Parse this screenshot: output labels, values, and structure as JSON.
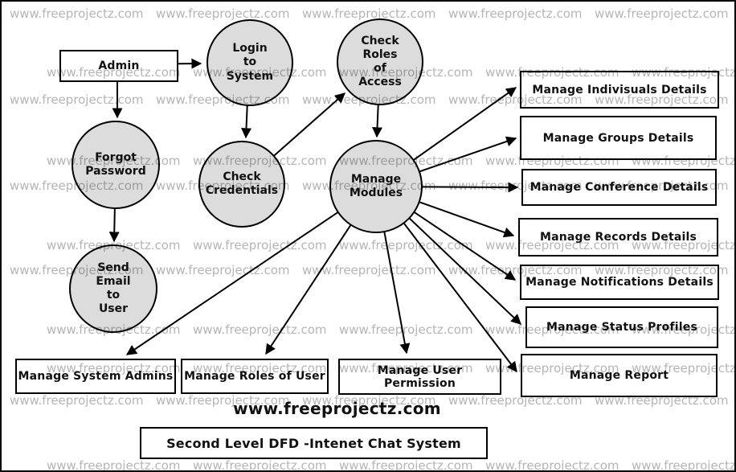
{
  "watermark": {
    "text": "www.freeprojectz.com"
  },
  "footer": {
    "website": "www.freeprojectz.com",
    "title": "Second Level DFD -Intenet Chat System"
  },
  "colors": {
    "process_fill": "#dcdcdc",
    "line": "#000000",
    "watermark": "#b5b5b5"
  },
  "nodes": {
    "admin": {
      "label": "Admin",
      "type": "external-entity"
    },
    "login": {
      "label": "Login\nto\nSystem",
      "type": "process"
    },
    "check_roles": {
      "label": "Check\nRoles\nof\nAccess",
      "type": "process"
    },
    "forgot_password": {
      "label": "Forgot\nPassword",
      "type": "process"
    },
    "check_credentials": {
      "label": "Check\nCredentials",
      "type": "process"
    },
    "manage_modules": {
      "label": "Manage\nModules",
      "type": "process"
    },
    "send_email": {
      "label": "Send\nEmail\nto\nUser",
      "type": "process"
    },
    "manage_indivisuals": {
      "label": "Manage Indivisuals Details",
      "type": "entity"
    },
    "manage_groups": {
      "label": "Manage Groups Details",
      "type": "entity"
    },
    "manage_conference": {
      "label": "Manage Conference Details",
      "type": "entity"
    },
    "manage_records": {
      "label": "Manage Records Details",
      "type": "entity"
    },
    "manage_notifications": {
      "label": "Manage Notifications Details",
      "type": "entity"
    },
    "manage_status": {
      "label": "Manage Status Profiles",
      "type": "entity"
    },
    "manage_report": {
      "label": "Manage Report",
      "type": "entity"
    },
    "manage_system_admins": {
      "label": "Manage System Admins",
      "type": "entity"
    },
    "manage_roles": {
      "label": "Manage Roles of User",
      "type": "entity"
    },
    "manage_user_permission": {
      "label": "Manage User Permission",
      "type": "entity"
    }
  },
  "edges": [
    {
      "from": "admin",
      "to": "login"
    },
    {
      "from": "admin",
      "to": "forgot_password"
    },
    {
      "from": "login",
      "to": "check_credentials"
    },
    {
      "from": "check_credentials",
      "to": "check_roles"
    },
    {
      "from": "check_roles",
      "to": "manage_modules"
    },
    {
      "from": "forgot_password",
      "to": "send_email"
    },
    {
      "from": "manage_modules",
      "to": "manage_indivisuals"
    },
    {
      "from": "manage_modules",
      "to": "manage_groups"
    },
    {
      "from": "manage_modules",
      "to": "manage_conference"
    },
    {
      "from": "manage_modules",
      "to": "manage_records"
    },
    {
      "from": "manage_modules",
      "to": "manage_notifications"
    },
    {
      "from": "manage_modules",
      "to": "manage_status"
    },
    {
      "from": "manage_modules",
      "to": "manage_report"
    },
    {
      "from": "manage_modules",
      "to": "manage_system_admins"
    },
    {
      "from": "manage_modules",
      "to": "manage_roles"
    },
    {
      "from": "manage_modules",
      "to": "manage_user_permission"
    }
  ]
}
